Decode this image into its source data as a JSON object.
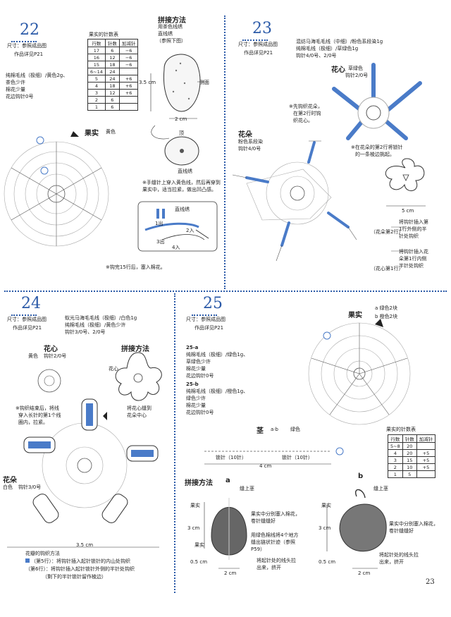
{
  "p22": {
    "number": "22",
    "size": "尺寸：参照成品图",
    "work_ref": "作品详见P21",
    "materials": [
      "纯棉毛线（极细）/黄色2g、",
      "茶色少许",
      "棉花少量",
      "花边钩针0号"
    ],
    "table_title": "果实的针数表",
    "table_headers": [
      "行数",
      "针数",
      "加减针"
    ],
    "table_rows": [
      [
        "17",
        "6",
        "−6"
      ],
      [
        "16",
        "12",
        "−6"
      ],
      [
        "15",
        "18",
        "−6"
      ],
      [
        "6~14",
        "24",
        ""
      ],
      [
        "5",
        "24",
        "+6"
      ],
      [
        "4",
        "18",
        "+6"
      ],
      [
        "3",
        "12",
        "+6"
      ],
      [
        "2",
        "6",
        ""
      ],
      [
        "1",
        "6",
        ""
      ]
    ],
    "assembly_title": "拼接方法",
    "assembly_lines": [
      "用茶色线绣",
      "直线绣",
      "（参照下图）"
    ],
    "side": "侧面",
    "top": "顶",
    "straight_stitch": "直线绣",
    "dim_h": "3.5 cm",
    "dim_w": "2 cm",
    "fruit_label": "果实",
    "fruit_color": "黄色",
    "note_sew": "※手缝针上穿入黄色线，然后再穿到果实中，适当拉紧，做出凹凸感。",
    "step_labels": [
      "1出",
      "2入",
      "3出",
      "4入"
    ],
    "note_finish": "※钩完15行后，塞入棉花。"
  },
  "p23": {
    "number": "23",
    "size": "尺寸：参照成品图",
    "work_ref": "作品详见P21",
    "materials": [
      "混纺马海毛毛线（中细）/粉色系段染1g",
      "纯棉毛线（极细）/草绿色1g",
      "钩针4/0号、2/0号"
    ],
    "center_title": "花心",
    "center_color": "草绿色",
    "center_hook": "钩针2/0号",
    "note_center": [
      "※先钩织花朵，",
      "在第2行时钩",
      "织花心。"
    ],
    "flower_title": "花朵",
    "flower_color": "粉色系段染",
    "flower_hook": "钩针4/0号",
    "note_round2": [
      "※在花朵的第2行将锁针",
      "的一条棱边挑起。"
    ],
    "width": "5 cm",
    "legend_row2": "（花朵第2行）",
    "legend_row2_text": [
      "将钩针插入第",
      "1行外侧的半",
      "针处钩织"
    ],
    "legend_row1": "（花心第1行）",
    "legend_row1_text": [
      "将钩针插入花",
      "朵第1行内侧",
      "半针处钩织"
    ]
  },
  "p24": {
    "number": "24",
    "size": "尺寸：参照成品图",
    "work_ref": "作品详见P21",
    "materials": [
      "蚁光马海毛毛线（极细）/白色1g",
      "纯棉毛线（极细）/黄色少许",
      "钩针3/0号、2/0号"
    ],
    "center_title": "花心",
    "center_color": "黄色",
    "center_hook": "钩针2/0号",
    "assembly_title": "拼接方法",
    "center_label": "花心",
    "note_sew": [
      "将花心缝到",
      "花朵中心"
    ],
    "note_knot": [
      "※钩织结束后，将线",
      "穿入长针的第1个线",
      "圈内，拉紧。"
    ],
    "flower_title": "花朵",
    "flower_color": "白色",
    "flower_hook": "钩针3/0号",
    "width": "3.5 cm",
    "petal_title": "花瓣的钩织方法",
    "petal_row5": "（第5行）：将钩针插入起针锁针的内山处钩织",
    "petal_row6": "（第6行）：将钩针插入起针锁针外侧的半针处钩织",
    "petal_row6b": "（剩下的半针锁针留作棱边）"
  },
  "p25": {
    "number": "25",
    "size": "尺寸：参照成品图",
    "work_ref": "作品详见P21",
    "a_title": "25-a",
    "a_materials": [
      "纯棉毛线（极细）/绿色1g、",
      "草绿色少许",
      "棉花少量",
      "花边钩针0号"
    ],
    "b_title": "25-b",
    "b_materials": [
      "纯棉毛线（极细）/橙色1g、",
      "绿色少许",
      "棉花少量",
      "花边钩针0号"
    ],
    "fruit_title": "果实",
    "fruit_a": "a 绿色2块",
    "fruit_b": "b 橙色2块",
    "stem_title": "茎",
    "stem_ab": "a·b",
    "stem_color": "绿色",
    "chain_left": "锁针（10针）",
    "chain_right": "锁针（10针）",
    "stem_width": "4 cm",
    "table_title": "果实的针数表",
    "table_headers": [
      "行数",
      "针数",
      "加减针"
    ],
    "table_rows": [
      [
        "5~8",
        "20",
        ""
      ],
      [
        "4",
        "20",
        "+5"
      ],
      [
        "3",
        "15",
        "+5"
      ],
      [
        "2",
        "10",
        "+5"
      ],
      [
        "1",
        "5",
        ""
      ]
    ],
    "assembly_title": "拼接方法",
    "label_a": "a",
    "label_b": "b",
    "sew_stem": "缝上茎",
    "fruit": "果实",
    "note_a1": [
      "果实中分别塞入棉花，",
      "卷针缝缝好"
    ],
    "note_a2": [
      "用绿色棉线将4个地方",
      "缝出链状针迹（参照",
      "P59）"
    ],
    "note_a3": [
      "将起针处的线头拉",
      "出来，挤开"
    ],
    "dim_h": "3 cm",
    "dim_w": "2 cm",
    "dim_small": "0.5 cm",
    "note_b1": [
      "果实中分别塞入棉花，",
      "卷针缝缝好"
    ],
    "note_b2": [
      "将起针处的线头拉",
      "出来，挤开"
    ]
  },
  "page_number": "23",
  "colors": {
    "accent": "#2b5aa8",
    "blue_fill": "#4a7bc8",
    "dark_fruit": "#555555"
  }
}
